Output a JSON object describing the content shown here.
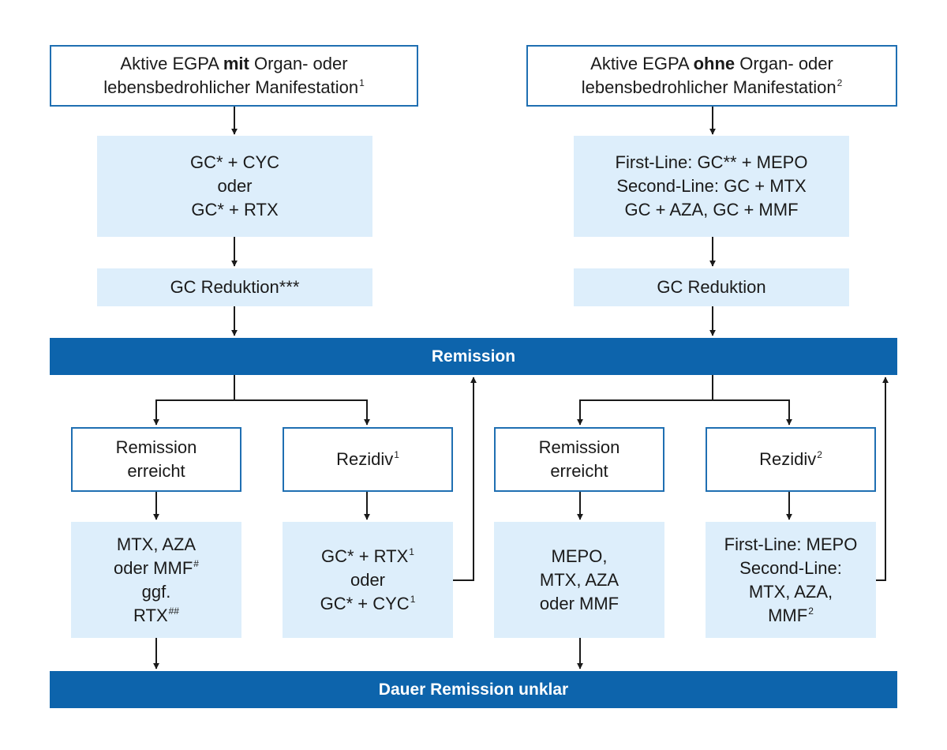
{
  "left_column": {
    "header": {
      "line1_pre": "Aktive EGPA ",
      "line1_bold": "mit",
      "line1_post": " Organ- oder",
      "line2": "lebensbedrohlicher Manifestation",
      "line2_sup": "1"
    },
    "therapy": {
      "line1": "GC* + CYC",
      "line2": "oder",
      "line3": "GC* + RTX"
    },
    "reduction": "GC Reduktion***"
  },
  "right_column": {
    "header": {
      "line1_pre": "Aktive EGPA ",
      "line1_bold": "ohne",
      "line1_post": " Organ- oder",
      "line2": "lebensbedrohlicher Manifestation",
      "line2_sup": "2"
    },
    "therapy": {
      "line1": "First-Line: GC** + MEPO",
      "line2": "Second-Line: GC + MTX",
      "line3": "GC + AZA, GC + MMF"
    },
    "reduction": "GC Reduktion"
  },
  "remission_banner": "Remission",
  "branches": {
    "left_remission": {
      "line1": "Remission",
      "line2": "erreicht"
    },
    "left_relapse": {
      "label": "Rezidiv",
      "sup": "1"
    },
    "right_remission": {
      "line1": "Remission",
      "line2": "erreicht"
    },
    "right_relapse": {
      "label": "Rezidiv",
      "sup": "2"
    }
  },
  "treatments": {
    "left_maintenance": {
      "line1": "MTX, AZA",
      "line2": "oder MMF",
      "line2_sup": "#",
      "line3": "ggf.",
      "line4": "RTX",
      "line4_sup": "##"
    },
    "left_relapse": {
      "line1": "GC* + RTX",
      "line1_sup": "1",
      "line2": "oder",
      "line3": "GC* + CYC",
      "line3_sup": "1"
    },
    "right_maintenance": {
      "line1": "MEPO,",
      "line2": "MTX, AZA",
      "line3": "oder MMF"
    },
    "right_relapse": {
      "line1": "First-Line: MEPO",
      "line2": "Second-Line:",
      "line3": "MTX, AZA,",
      "line4": "MMF",
      "line4_sup": "2"
    }
  },
  "duration_banner": "Dauer Remission unklar",
  "colors": {
    "banner": "#0d64ac",
    "box_border": "#1f6fb2",
    "box_fill": "#ddeefb",
    "arrow": "#1a1a1a"
  }
}
